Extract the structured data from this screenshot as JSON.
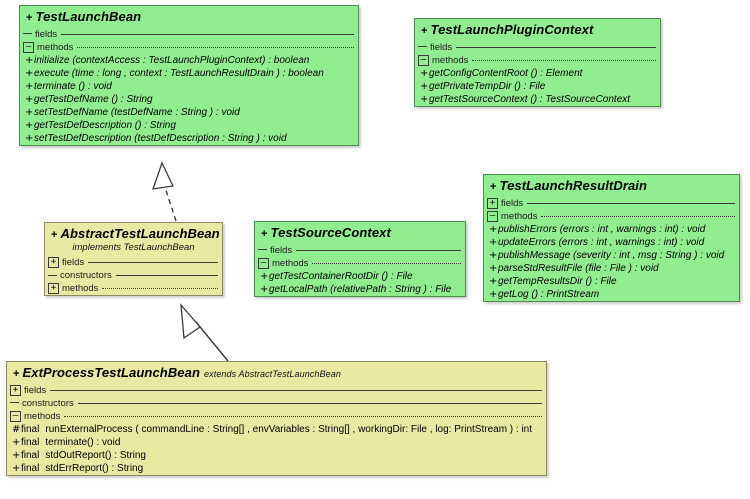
{
  "diagram": {
    "kind": "uml-class-diagram",
    "colors": {
      "interface_fill": "#90ee90",
      "class_fill": "#e9e9a4",
      "line": "#3a3a3a",
      "background": "#ffffff"
    }
  },
  "classes": [
    {
      "id": "TestLaunchBean",
      "visibility": "+",
      "name": "TestLaunchBean",
      "stereotype": "",
      "implements": "",
      "fill": "interface",
      "compartments": [
        {
          "toggle": "dash",
          "label": "fields",
          "rule": "solid"
        },
        {
          "toggle": "minus",
          "label": "methods",
          "rule": "dotted"
        }
      ],
      "members": [
        {
          "vis": "+",
          "mod": "",
          "sig": "initialize (contextAccess : TestLaunchPluginContext) : boolean",
          "italic": true
        },
        {
          "vis": "+",
          "mod": "",
          "sig": "execute (time : long ,  context : TestLaunchResultDrain ) : boolean",
          "italic": true
        },
        {
          "vis": "+",
          "mod": "",
          "sig": "terminate () : void",
          "italic": true
        },
        {
          "vis": "+",
          "mod": "",
          "sig": "getTestDefName () : String",
          "italic": true
        },
        {
          "vis": "+",
          "mod": "",
          "sig": "setTestDefName (testDefName : String ) : void",
          "italic": true
        },
        {
          "vis": "+",
          "mod": "",
          "sig": "getTestDefDescription () : String",
          "italic": true
        },
        {
          "vis": "+",
          "mod": "",
          "sig": "setTestDefDescription (testDefDescription : String ) : void",
          "italic": true
        }
      ]
    },
    {
      "id": "TestLaunchPluginContext",
      "visibility": "+",
      "name": "TestLaunchPluginContext",
      "stereotype": "",
      "implements": "",
      "fill": "interface",
      "compartments": [
        {
          "toggle": "dash",
          "label": "fields",
          "rule": "solid"
        },
        {
          "toggle": "minus",
          "label": "methods",
          "rule": "dotted"
        }
      ],
      "members": [
        {
          "vis": "+",
          "mod": "",
          "sig": "getConfigContentRoot () : Element",
          "italic": true
        },
        {
          "vis": "+",
          "mod": "",
          "sig": "getPrivateTempDir () : File",
          "italic": true
        },
        {
          "vis": "+",
          "mod": "",
          "sig": "getTestSourceContext () : TestSourceContext",
          "italic": true
        }
      ]
    },
    {
      "id": "AbstractTestLaunchBean",
      "visibility": "+",
      "name": "AbstractTestLaunchBean",
      "stereotype": "",
      "implements": "implements   TestLaunchBean",
      "fill": "class",
      "compartments": [
        {
          "toggle": "plus",
          "label": "fields",
          "rule": "solid"
        },
        {
          "toggle": "dash",
          "label": "constructors",
          "rule": "solid"
        },
        {
          "toggle": "plus",
          "label": "methods",
          "rule": "dotted"
        }
      ],
      "members": []
    },
    {
      "id": "TestSourceContext",
      "visibility": "+",
      "name": "TestSourceContext",
      "stereotype": "",
      "implements": "",
      "fill": "interface",
      "compartments": [
        {
          "toggle": "dash",
          "label": "fields",
          "rule": "solid"
        },
        {
          "toggle": "minus",
          "label": "methods",
          "rule": "dotted"
        }
      ],
      "members": [
        {
          "vis": "+",
          "mod": "",
          "sig": "getTestContainerRootDir () : File",
          "italic": true
        },
        {
          "vis": "+",
          "mod": "",
          "sig": "getLocalPath (relativePath : String ) : File",
          "italic": true
        }
      ]
    },
    {
      "id": "TestLaunchResultDrain",
      "visibility": "+",
      "name": "TestLaunchResultDrain",
      "stereotype": "",
      "implements": "",
      "fill": "interface",
      "compartments": [
        {
          "toggle": "plus",
          "label": "fields",
          "rule": "solid"
        },
        {
          "toggle": "minus",
          "label": "methods",
          "rule": "dotted"
        }
      ],
      "members": [
        {
          "vis": "+",
          "mod": "",
          "sig": "publishErrors (errors : int ,  warnings : int) : void",
          "italic": true
        },
        {
          "vis": "+",
          "mod": "",
          "sig": "updateErrors (errors : int ,  warnings : int) : void",
          "italic": true
        },
        {
          "vis": "+",
          "mod": "",
          "sig": "publishMessage (severity : int ,  msg : String ) : void",
          "italic": true
        },
        {
          "vis": "+",
          "mod": "",
          "sig": "parseStdResultFile (file : File ) : void",
          "italic": true
        },
        {
          "vis": "+",
          "mod": "",
          "sig": "getTempResultsDir () : File",
          "italic": true
        },
        {
          "vis": "+",
          "mod": "",
          "sig": "getLog () : PrintStream",
          "italic": true
        }
      ]
    },
    {
      "id": "ExtProcessTestLaunchBean",
      "visibility": "+",
      "name": "ExtProcessTestLaunchBean",
      "stereotype": "extends AbstractTestLaunchBean",
      "implements": "",
      "fill": "class",
      "compartments": [
        {
          "toggle": "plus",
          "label": "fields",
          "rule": "solid"
        },
        {
          "toggle": "dash",
          "label": "constructors",
          "rule": "solid"
        },
        {
          "toggle": "minus",
          "label": "methods",
          "rule": "dotted"
        }
      ],
      "members": [
        {
          "vis": "#",
          "mod": "final",
          "sig": "runExternalProcess ( commandLine : String[] ,  envVariables : String[] ,  workingDir: File ,  log: PrintStream ) : int",
          "italic": false
        },
        {
          "vis": "+",
          "mod": "final",
          "sig": "terminate() : void",
          "italic": false
        },
        {
          "vis": "+",
          "mod": "final",
          "sig": "stdOutReport() : String",
          "italic": false
        },
        {
          "vis": "+",
          "mod": "final",
          "sig": "stdErrReport() : String",
          "italic": false
        }
      ]
    }
  ],
  "relationships": [
    {
      "id": "realization-abstract-to-interface",
      "type": "realization",
      "style": "dashed",
      "arrowhead": "hollow-triangle",
      "from": "AbstractTestLaunchBean",
      "to": "TestLaunchBean"
    },
    {
      "id": "generalization-ext-to-abstract",
      "type": "generalization",
      "style": "solid",
      "arrowhead": "hollow-triangle",
      "from": "ExtProcessTestLaunchBean",
      "to": "AbstractTestLaunchBean"
    }
  ]
}
